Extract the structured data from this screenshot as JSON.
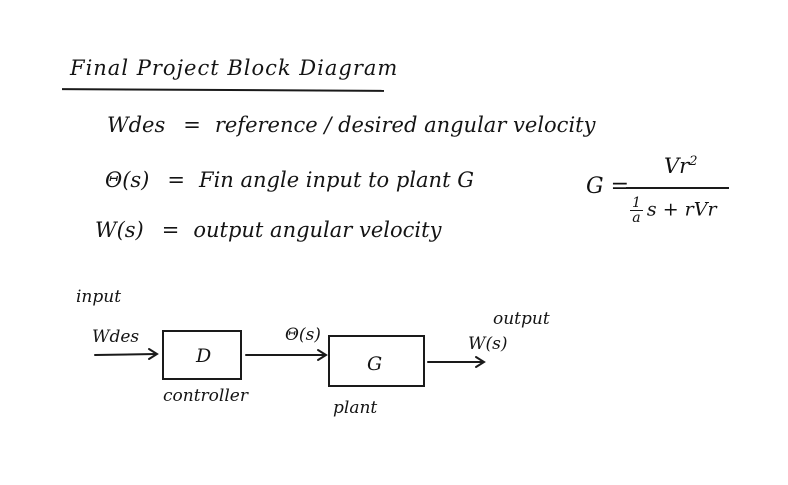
{
  "title": "Final Project Block Diagram",
  "definitions": [
    {
      "symbol": "Wdes",
      "equals": "=",
      "meaning": "reference / desired angular velocity"
    },
    {
      "symbol": "Θ(s)",
      "equals": "=",
      "meaning": "Fin angle input to plant G"
    },
    {
      "symbol": "W(s)",
      "equals": "=",
      "meaning": "output angular velocity"
    }
  ],
  "formula": {
    "lhs": "G =",
    "numerator_base": "Vr",
    "numerator_exp": "2",
    "denominator_frac_top": "1",
    "denominator_frac_bottom": "a",
    "denominator_rest": "s + rVr"
  },
  "block_diagram": {
    "input_label": "input",
    "input_signal": "Wdes",
    "controller_block": "D",
    "controller_label": "controller",
    "intermediate_signal": "Θ(s)",
    "plant_block": "G",
    "plant_label": "plant",
    "output_label": "output",
    "output_signal": "W(s)"
  }
}
